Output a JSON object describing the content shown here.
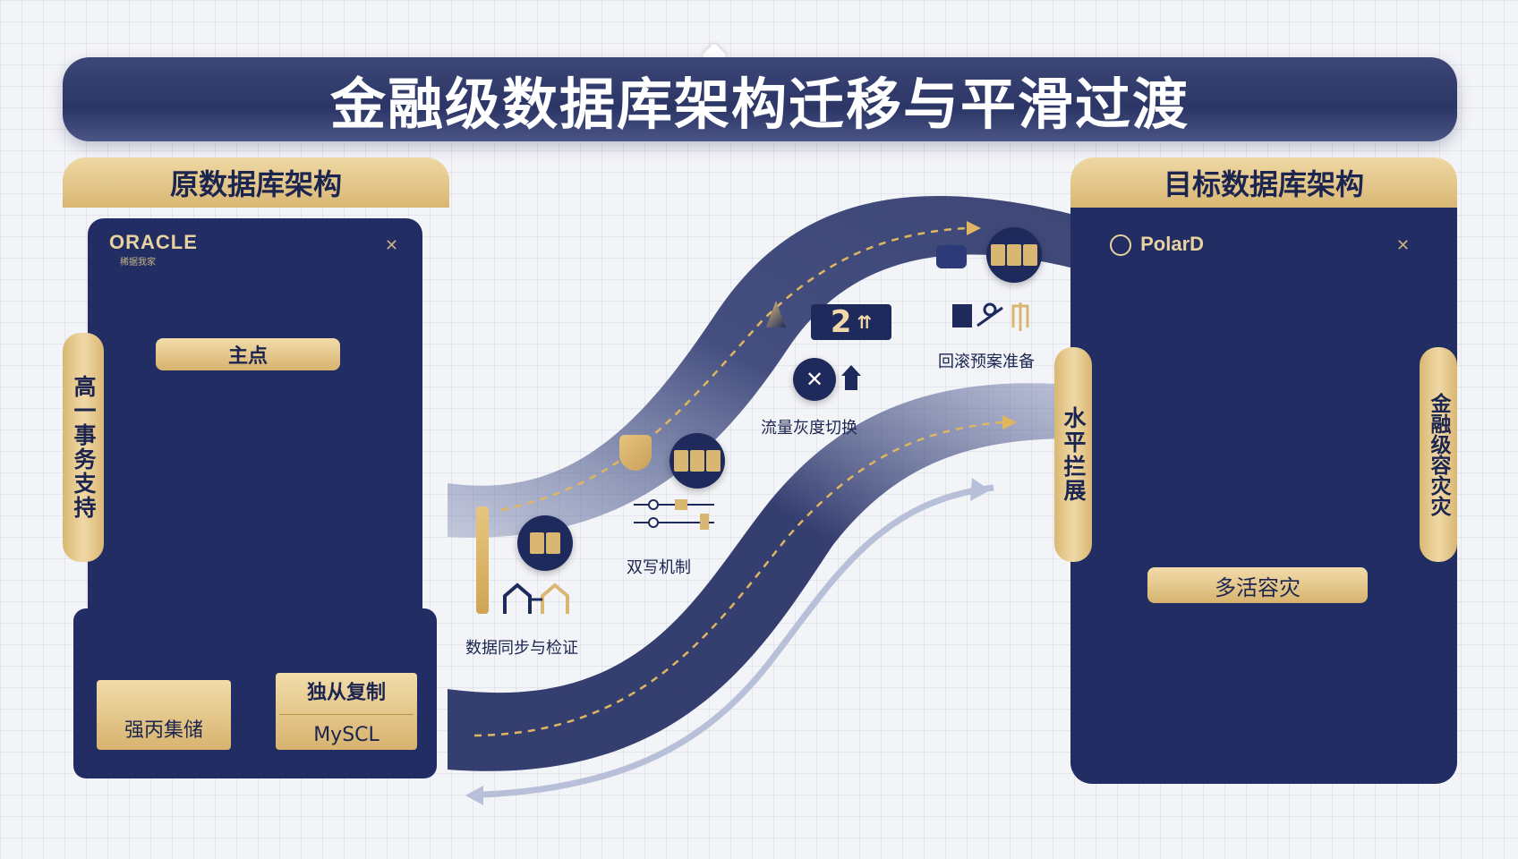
{
  "title": "金融级数据库架构迁移与平滑过渡",
  "source": {
    "header": "原数据库架构",
    "brand": "ORACLE",
    "brand_sub": "稀据我家",
    "primary_label": "主点",
    "side_tab": "高一事务支持",
    "storage_label": "强丙集储",
    "replica_label": "独从复制",
    "mysql_label": "MySCL"
  },
  "target": {
    "header": "目标数据库架构",
    "brand": "PolarD",
    "left_tab": "水平拦展",
    "right_tab": "金融级容灾灾",
    "multi_active_label": "多活容灾"
  },
  "steps": {
    "sync": "数据同步与检证",
    "dual_write": "双写机制",
    "traffic_switch": "流量灰度切换",
    "rollback": "回滚预案准备",
    "badge": "2"
  },
  "colors": {
    "navy": "#1f2a5c",
    "gold": "#d9b773",
    "gold_light": "#f0d9a6",
    "accent_blue": "#3a66c4"
  }
}
